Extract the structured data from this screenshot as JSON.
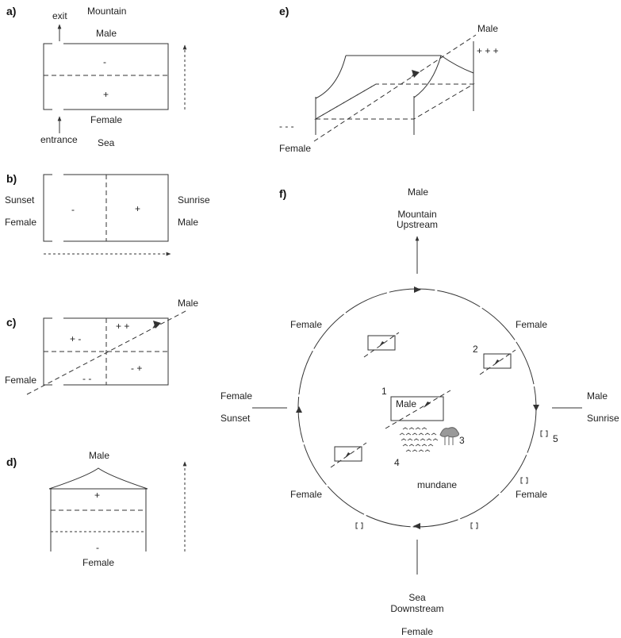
{
  "panel_labels": {
    "a": "a)",
    "b": "b)",
    "c": "c)",
    "d": "d)",
    "e": "e)",
    "f": "f)"
  },
  "a": {
    "mountain": "Mountain",
    "exit": "exit",
    "male": "Male",
    "minus": "-",
    "plus": "+",
    "female": "Female",
    "entrance": "entrance",
    "sea": "Sea"
  },
  "b": {
    "sunset": "Sunset",
    "female": "Female",
    "minus": "-",
    "plus": "+",
    "sunrise": "Sunrise",
    "male": "Male"
  },
  "c": {
    "male": "Male",
    "female": "Female",
    "q_tl": "+ -",
    "q_tr": "+ +",
    "q_bl": "- -",
    "q_br": "- +"
  },
  "d": {
    "male": "Male",
    "plus": "+",
    "minus": "-",
    "female": "Female"
  },
  "e": {
    "male": "Male",
    "plus3": "+ + +",
    "minus3": "- - -",
    "female": "Female"
  },
  "f": {
    "male_top": "Male",
    "mountain": "Mountain",
    "upstream": "Upstream",
    "female_tl": "Female",
    "female_tr": "Female",
    "female_w": "Female",
    "sunset": "Sunset",
    "male_e": "Male",
    "sunrise": "Sunrise",
    "female_bl": "Female",
    "female_br": "Female",
    "n1": "1",
    "n2": "2",
    "n3": "3",
    "n4": "4",
    "n5": "5",
    "house_male": "Male",
    "mundane": "mundane",
    "sea": "Sea",
    "downstream": "Downstream",
    "female_bottom": "Female"
  }
}
